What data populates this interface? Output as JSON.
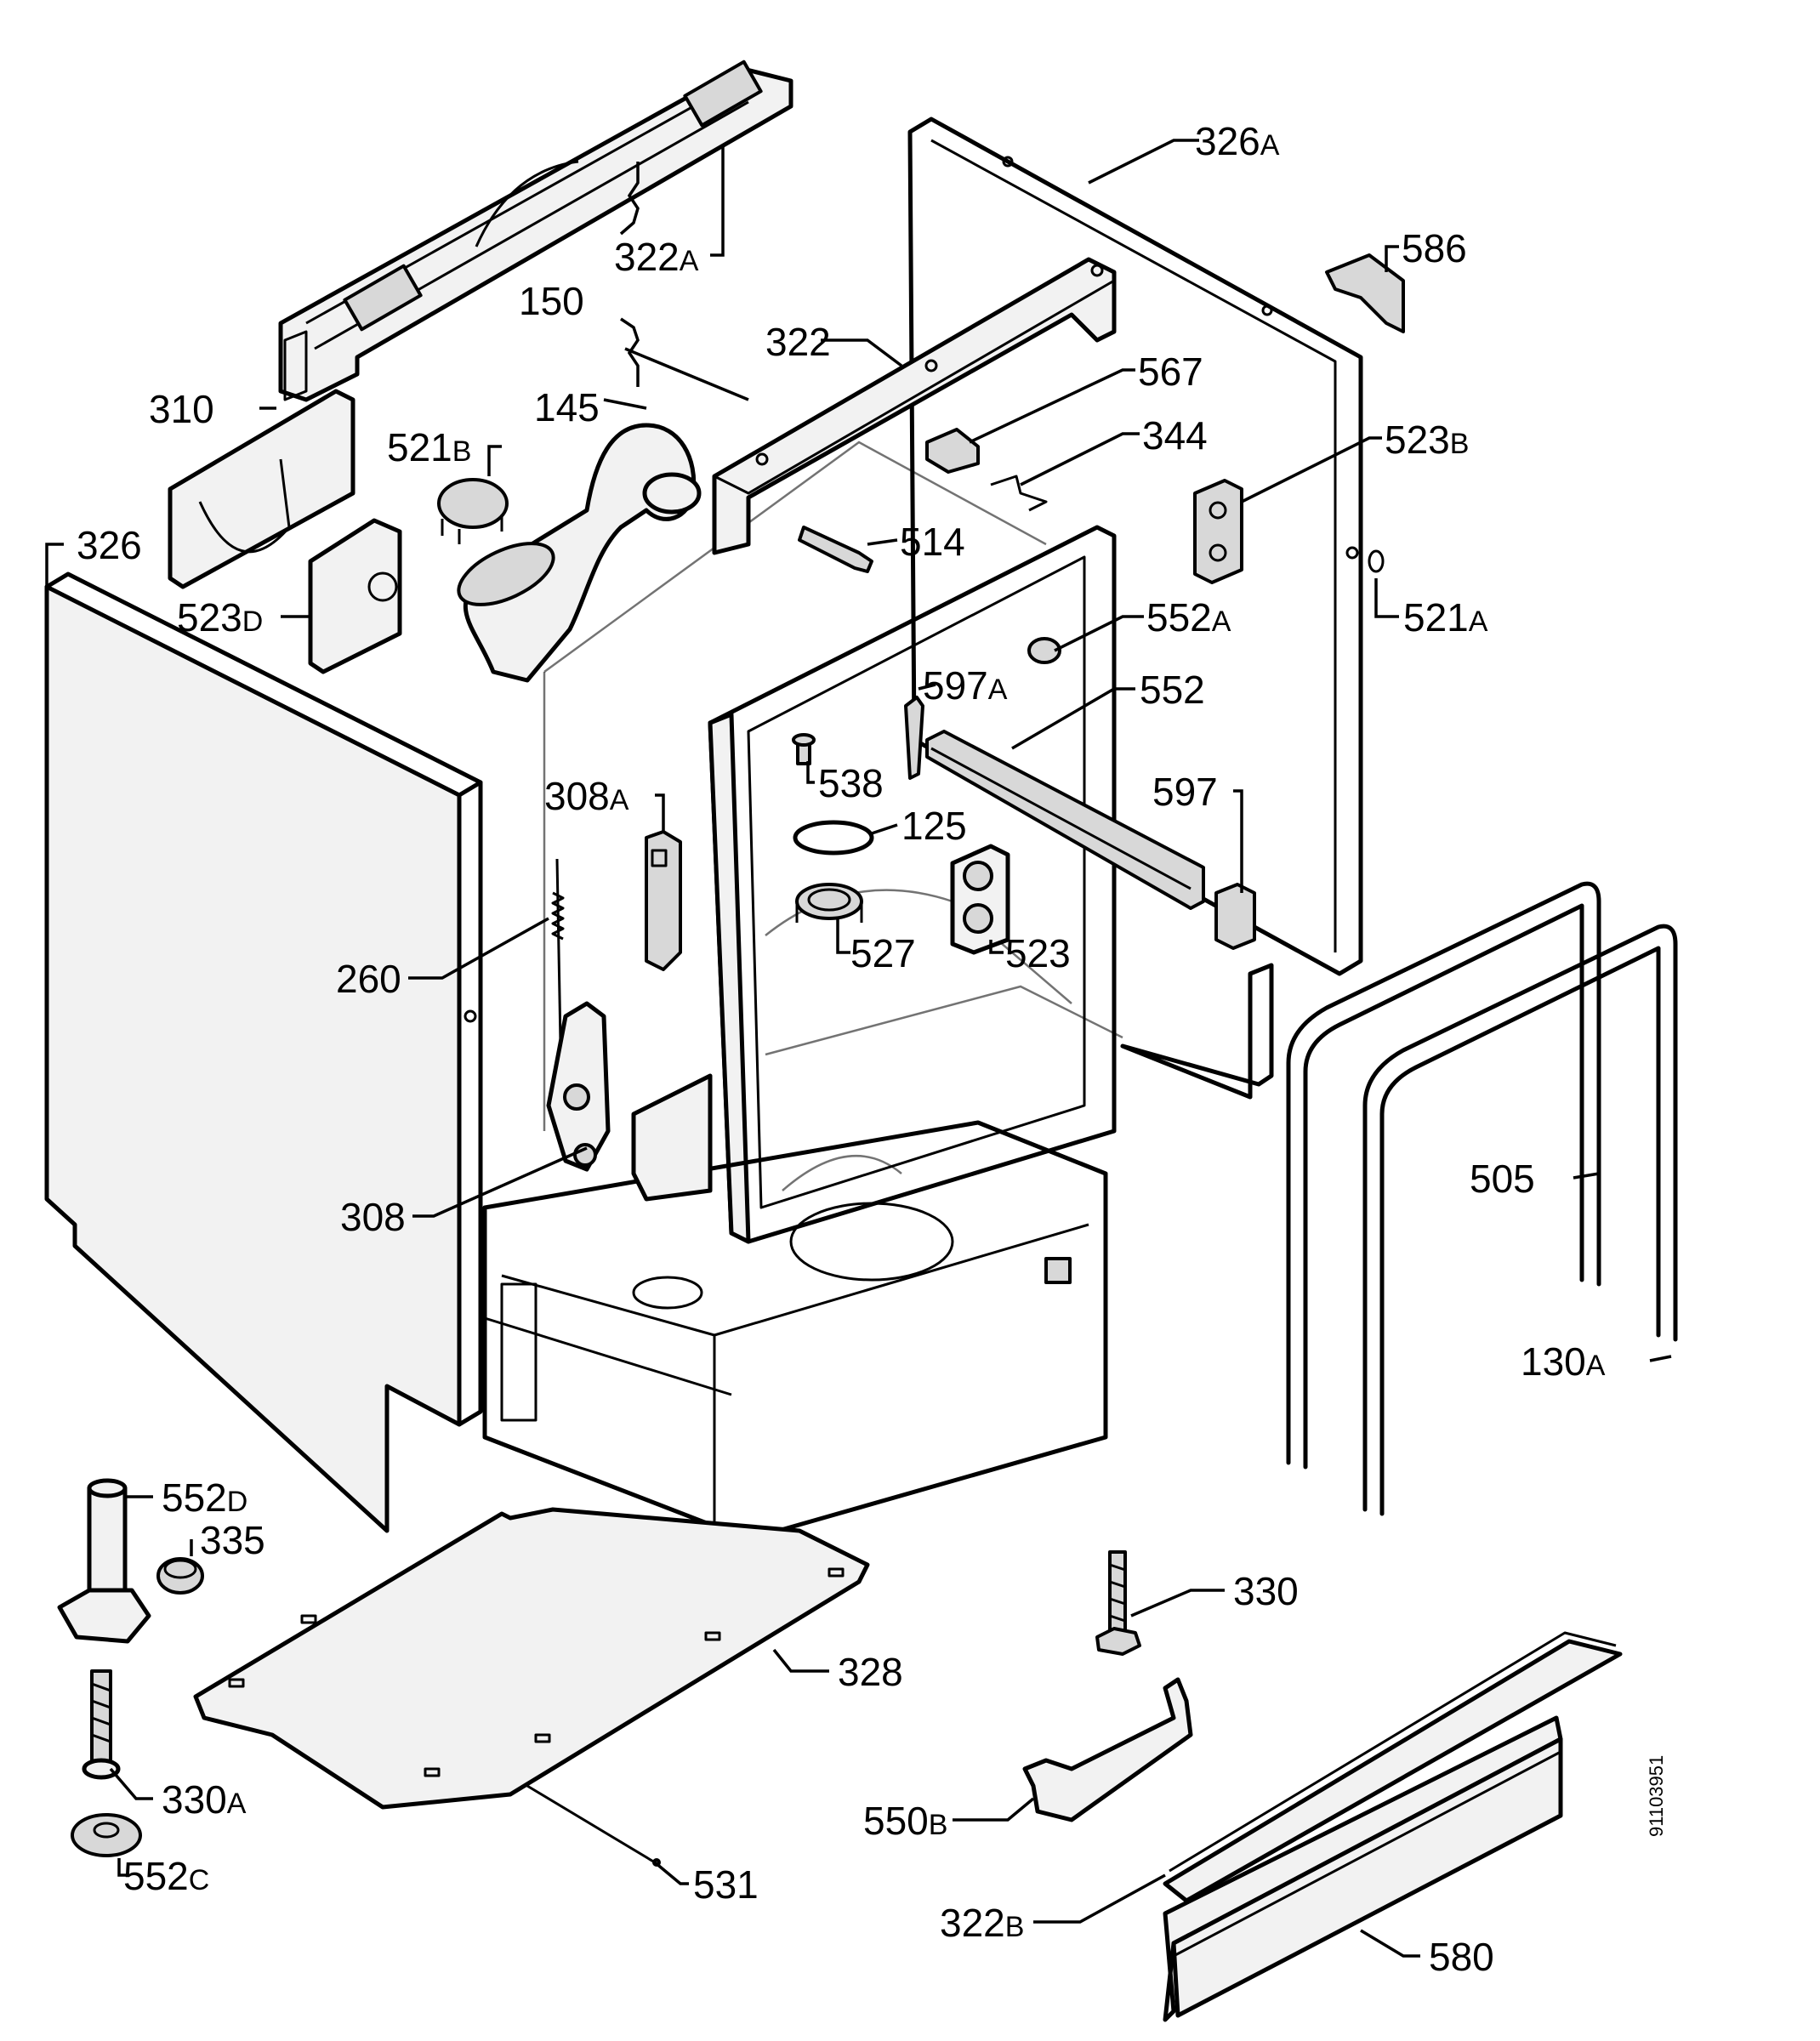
{
  "diagram": {
    "document_number": "91103951",
    "labels": {
      "326A": {
        "num": "326",
        "suf": "A"
      },
      "586": {
        "num": "586",
        "suf": ""
      },
      "322A": {
        "num": "322",
        "suf": "A"
      },
      "150": {
        "num": "150",
        "suf": ""
      },
      "322": {
        "num": "322",
        "suf": ""
      },
      "567": {
        "num": "567",
        "suf": ""
      },
      "344": {
        "num": "344",
        "suf": ""
      },
      "523B": {
        "num": "523",
        "suf": "B"
      },
      "310": {
        "num": "310",
        "suf": ""
      },
      "145": {
        "num": "145",
        "suf": ""
      },
      "521B": {
        "num": "521",
        "suf": "B"
      },
      "514": {
        "num": "514",
        "suf": ""
      },
      "326": {
        "num": "326",
        "suf": ""
      },
      "521A": {
        "num": "521",
        "suf": "A"
      },
      "523D": {
        "num": "523",
        "suf": "D"
      },
      "552A": {
        "num": "552",
        "suf": "A"
      },
      "597A": {
        "num": "597",
        "suf": "A"
      },
      "552": {
        "num": "552",
        "suf": ""
      },
      "538": {
        "num": "538",
        "suf": ""
      },
      "308A": {
        "num": "308",
        "suf": "A"
      },
      "597": {
        "num": "597",
        "suf": ""
      },
      "125": {
        "num": "125",
        "suf": ""
      },
      "527": {
        "num": "527",
        "suf": ""
      },
      "523": {
        "num": "523",
        "suf": ""
      },
      "260": {
        "num": "260",
        "suf": ""
      },
      "505": {
        "num": "505",
        "suf": ""
      },
      "308": {
        "num": "308",
        "suf": ""
      },
      "130A": {
        "num": "130",
        "suf": "A"
      },
      "552D": {
        "num": "552",
        "suf": "D"
      },
      "335": {
        "num": "335",
        "suf": ""
      },
      "330": {
        "num": "330",
        "suf": ""
      },
      "328": {
        "num": "328",
        "suf": ""
      },
      "330A": {
        "num": "330",
        "suf": "A"
      },
      "550B": {
        "num": "550",
        "suf": "B"
      },
      "552C": {
        "num": "552",
        "suf": "C"
      },
      "531": {
        "num": "531",
        "suf": ""
      },
      "322B": {
        "num": "322",
        "suf": "B"
      },
      "580": {
        "num": "580",
        "suf": ""
      }
    }
  }
}
